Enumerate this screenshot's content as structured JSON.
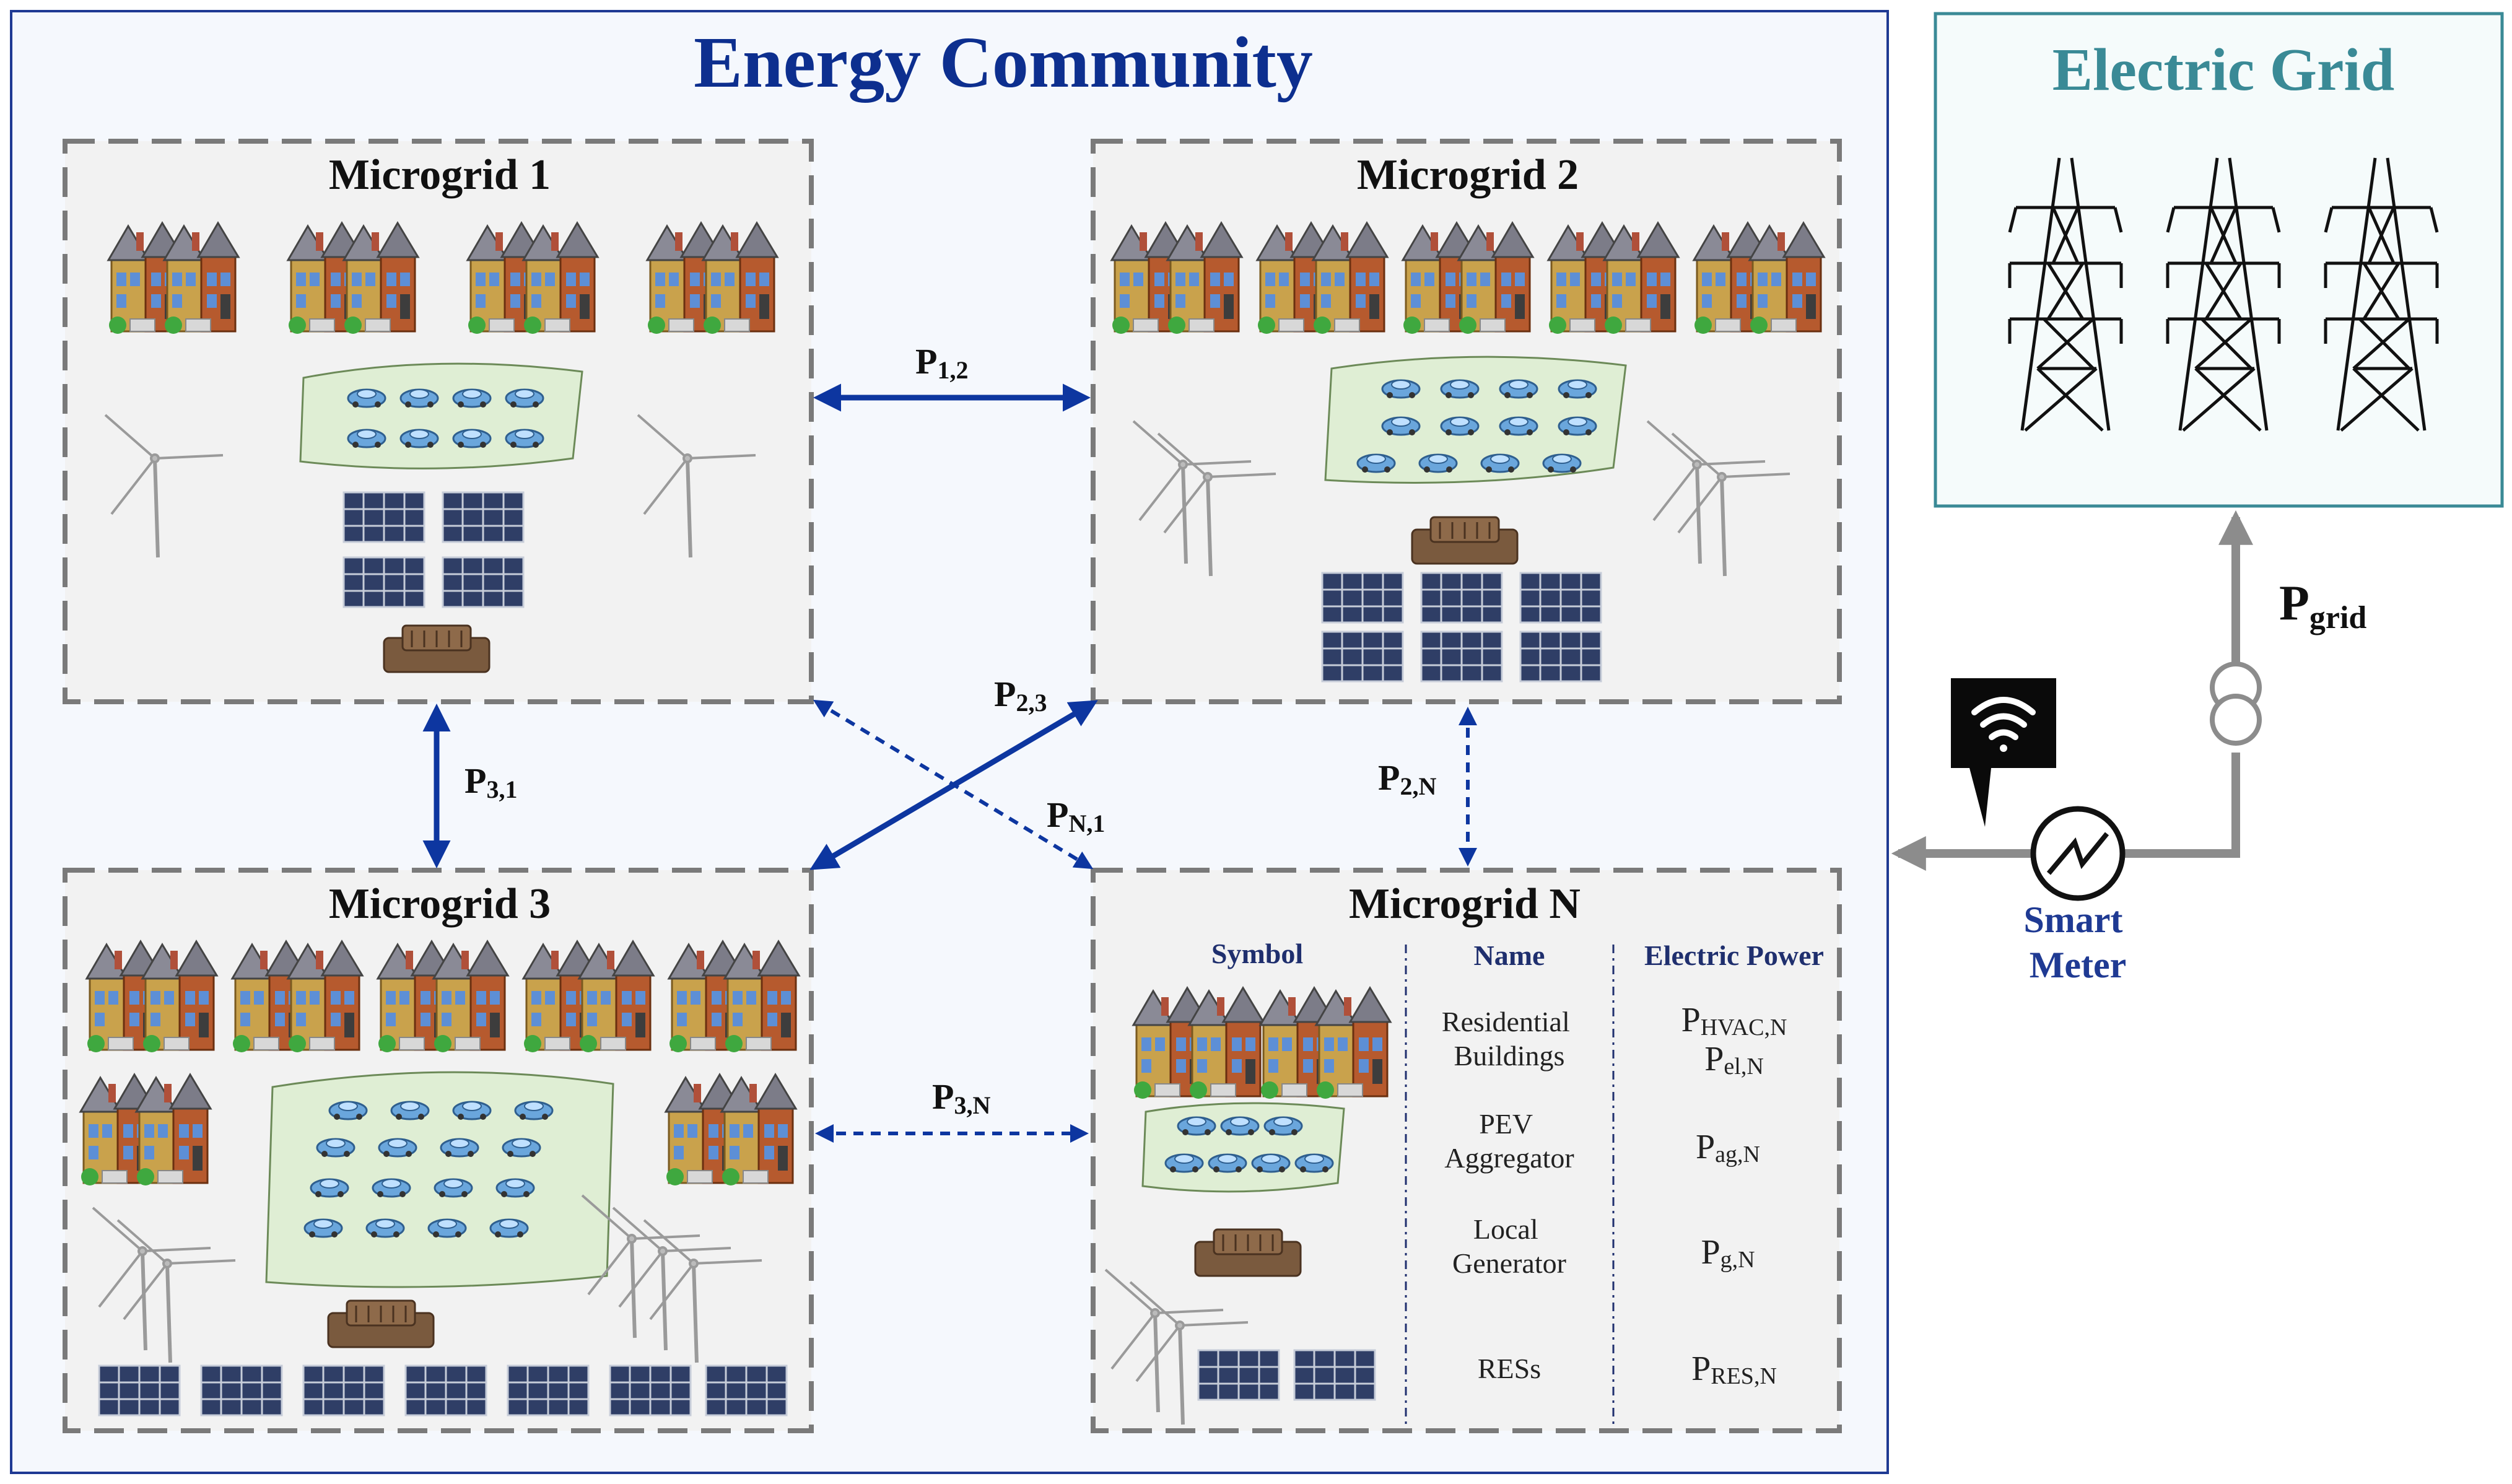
{
  "community": {
    "title": "Energy Community"
  },
  "grid": {
    "title": "Electric Grid"
  },
  "microgrids": {
    "mg1": {
      "title": "Microgrid 1"
    },
    "mg2": {
      "title": "Microgrid 2"
    },
    "mg3": {
      "title": "Microgrid 3"
    },
    "mgN": {
      "title": "Microgrid N"
    }
  },
  "flows": {
    "p12": {
      "main": "P",
      "sub": "1,2"
    },
    "p23": {
      "main": "P",
      "sub": "2,3"
    },
    "p31": {
      "main": "P",
      "sub": "3,1"
    },
    "pN1": {
      "main": "P",
      "sub": "N,1"
    },
    "p2N": {
      "main": "P",
      "sub": "2,N"
    },
    "p3N": {
      "main": "P",
      "sub": "3,N"
    },
    "pgrid": {
      "main": "P",
      "sub": "grid"
    }
  },
  "smart_meter": {
    "line1": "Smart",
    "line2": "Meter"
  },
  "legend": {
    "headers": {
      "symbol": "Symbol",
      "name": "Name",
      "power": "Electric Power"
    },
    "rows": [
      {
        "name1": "Residential",
        "name2": "Buildings",
        "p1_main": "P",
        "p1_sub": "HVAC,N",
        "p2_main": "P",
        "p2_sub": "el,N"
      },
      {
        "name1": "PEV",
        "name2": "Aggregator",
        "p1_main": "P",
        "p1_sub": "ag,N"
      },
      {
        "name1": "Local",
        "name2": "Generator",
        "p1_main": "P",
        "p1_sub": "g,N"
      },
      {
        "name1": "RESs",
        "p1_main": "P",
        "p1_sub": "RES,N"
      }
    ]
  },
  "colors": {
    "community_border": "#1f3a93",
    "community_title": "#0d2f8f",
    "grid_title": "#3a8a96",
    "grid_border": "#3a8a96",
    "arrow_blue": "#0d36a0",
    "legend_header": "#1f2f6e",
    "grey_arrow": "#8c8c8c"
  }
}
